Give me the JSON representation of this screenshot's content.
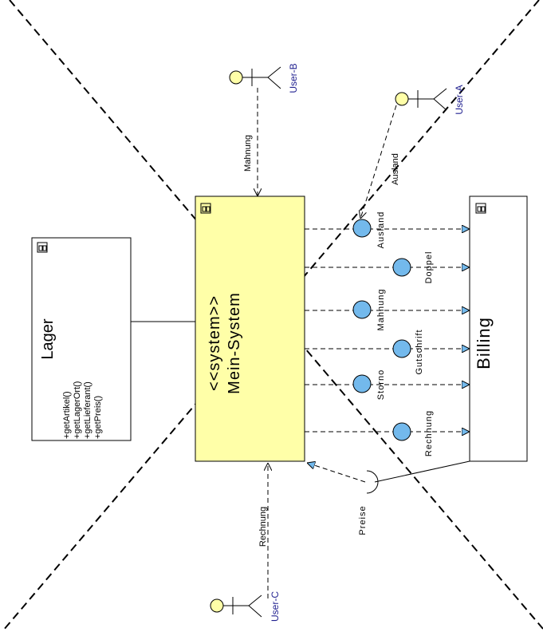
{
  "colors": {
    "system_fill": "#ffffa8",
    "interface_fill": "#73b9ec",
    "actor_head_fill": "#ffffa8",
    "actor_label": "#1f1f8f",
    "line": "#000000"
  },
  "lager": {
    "title": "Lager",
    "ops": [
      "+getArtikel()",
      "+getLagerOrt()",
      "+getLieferant()",
      "+getPreis()"
    ]
  },
  "system": {
    "stereotype": "<<system>>",
    "name": "Mein-System"
  },
  "billing": {
    "name": "Billing"
  },
  "interfaces": [
    {
      "label": "Ausland"
    },
    {
      "label": "Doppel"
    },
    {
      "label": "Mahnung"
    },
    {
      "label": "Gutschrift"
    },
    {
      "label": "Storno"
    },
    {
      "label": "Rechnung"
    }
  ],
  "actors": [
    {
      "name": "User-B",
      "link_label": "Mahnung"
    },
    {
      "name": "User-A",
      "link_label": "Ausland"
    },
    {
      "name": "User-C",
      "link_label": "Rechnung"
    }
  ],
  "preise": {
    "label": "Preise"
  }
}
